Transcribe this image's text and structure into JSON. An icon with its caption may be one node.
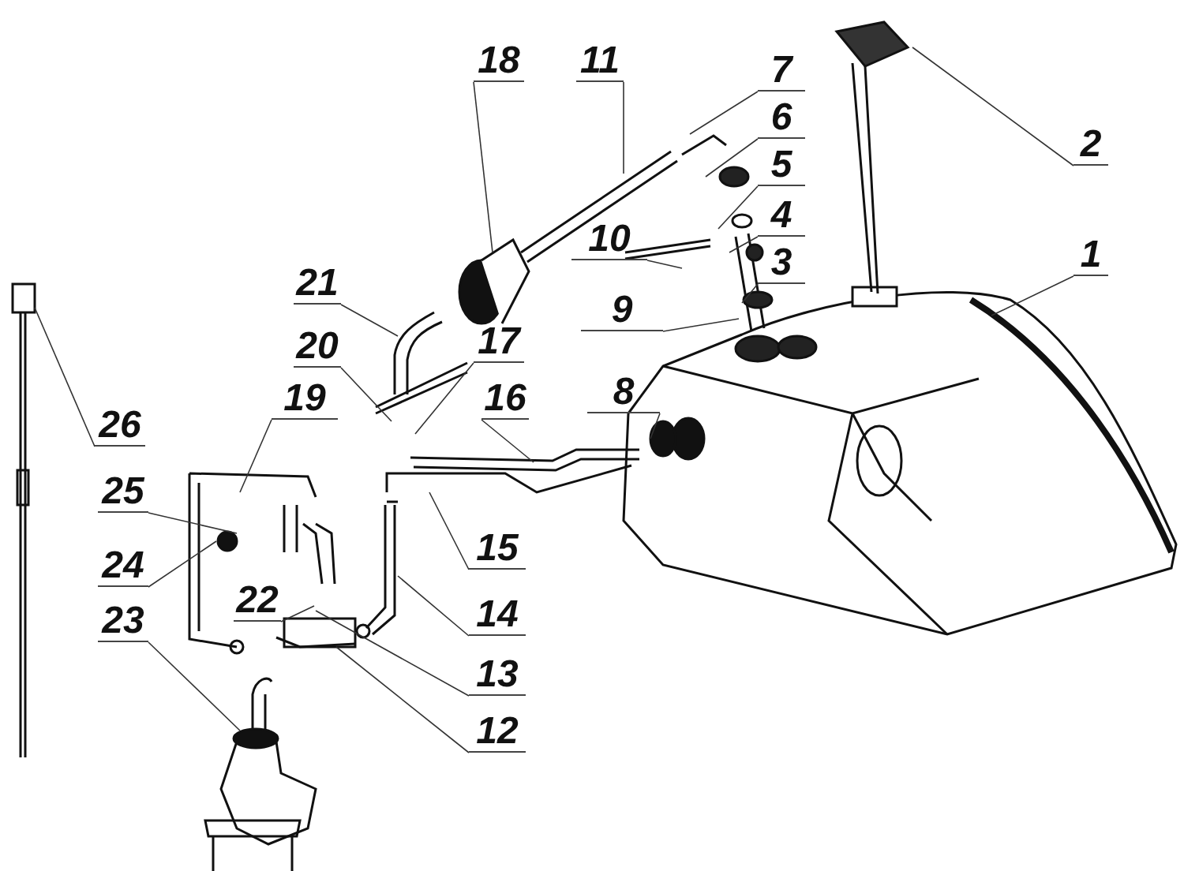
{
  "diagram": {
    "nodes": [
      {
        "text": [
          "1"
        ]
      },
      {
        "text": [
          "2"
        ]
      },
      {
        "text": [
          "3"
        ]
      },
      {
        "text": [
          "4"
        ]
      },
      {
        "text": [
          "5"
        ]
      },
      {
        "text": [
          "6"
        ]
      },
      {
        "text": [
          "7"
        ]
      },
      {
        "text": [
          "8"
        ]
      },
      {
        "text": [
          "9"
        ]
      },
      {
        "text": [
          "10"
        ]
      },
      {
        "text": [
          "11"
        ]
      },
      {
        "text": [
          "12"
        ]
      },
      {
        "text": [
          "13"
        ]
      },
      {
        "text": [
          "14"
        ]
      },
      {
        "text": [
          "15"
        ]
      },
      {
        "text": [
          "16"
        ]
      },
      {
        "text": [
          "17"
        ]
      },
      {
        "text": [
          "18"
        ]
      },
      {
        "text": [
          "19"
        ]
      },
      {
        "text": [
          "20"
        ]
      },
      {
        "text": [
          "21"
        ]
      },
      {
        "text": [
          "22"
        ]
      },
      {
        "text": [
          "23"
        ]
      },
      {
        "text": [
          "24"
        ]
      },
      {
        "text": [
          "25"
        ]
      },
      {
        "text": [
          "26"
        ]
      }
    ],
    "edges": [
      {
        "from": 0,
        "to": null,
        "arrow": "none"
      },
      {
        "from": 1,
        "to": null,
        "arrow": "none"
      },
      {
        "from": 2,
        "to": null,
        "arrow": "none"
      },
      {
        "from": 3,
        "to": null,
        "arrow": "none"
      },
      {
        "from": 4,
        "to": null,
        "arrow": "none"
      },
      {
        "from": 5,
        "to": null,
        "arrow": "none"
      },
      {
        "from": 6,
        "to": null,
        "arrow": "none"
      },
      {
        "from": 7,
        "to": null,
        "arrow": "none"
      },
      {
        "from": 8,
        "to": null,
        "arrow": "none"
      },
      {
        "from": 9,
        "to": null,
        "arrow": "none"
      },
      {
        "from": 10,
        "to": null,
        "arrow": "none"
      },
      {
        "from": 11,
        "to": null,
        "arrow": "none"
      },
      {
        "from": 12,
        "to": null,
        "arrow": "none"
      },
      {
        "from": 13,
        "to": null,
        "arrow": "none"
      },
      {
        "from": 14,
        "to": null,
        "arrow": "none"
      },
      {
        "from": 15,
        "to": null,
        "arrow": "none"
      },
      {
        "from": 16,
        "to": null,
        "arrow": "none"
      },
      {
        "from": 17,
        "to": null,
        "arrow": "none"
      },
      {
        "from": 18,
        "to": null,
        "arrow": "none"
      },
      {
        "from": 19,
        "to": null,
        "arrow": "none"
      },
      {
        "from": 20,
        "to": null,
        "arrow": "none"
      },
      {
        "from": 21,
        "to": null,
        "arrow": "none"
      },
      {
        "from": 22,
        "to": null,
        "arrow": "none"
      },
      {
        "from": 23,
        "to": null,
        "arrow": "none"
      },
      {
        "from": 24,
        "to": null,
        "arrow": "none"
      },
      {
        "from": 25,
        "to": null,
        "arrow": "none"
      }
    ]
  }
}
